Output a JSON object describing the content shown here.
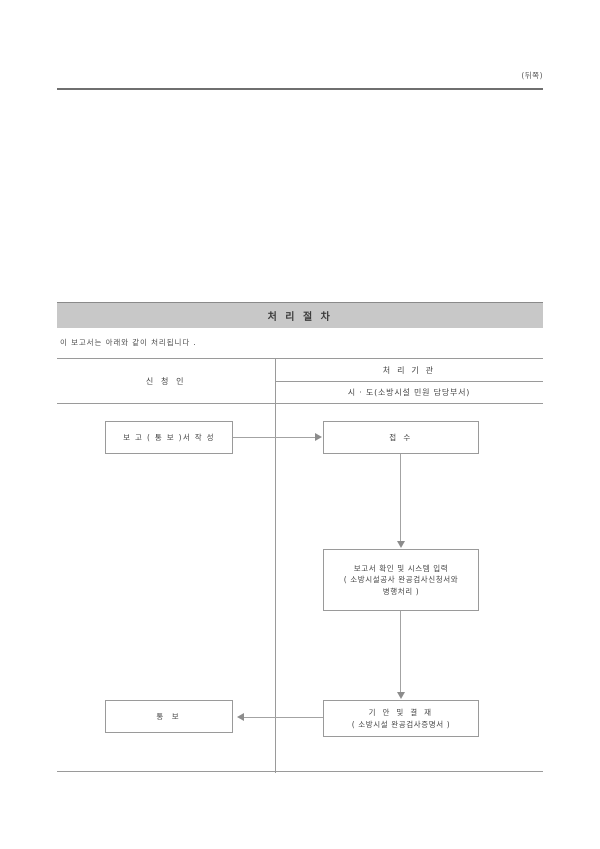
{
  "document": {
    "page_marker": "(뒤쪽)",
    "section_title": "처 리 절 차",
    "intro": "이 보고서는 아래와 같이 처리됩니다 ."
  },
  "table": {
    "header_applicant": "신 청 인",
    "header_agency": "처 리 기 관",
    "header_agency_sub": "시 · 도(소방시설 민원 담당부서)"
  },
  "flow": {
    "report_write": "보 고 ( 통 보 )서  작 성",
    "receive": "접 수",
    "verify_input": {
      "line1": "보고서 확인 및 시스템 입력",
      "line2": "( 소방시설공사 완공검사신청서와",
      "line3": "병행처리 )"
    },
    "draft_approve": {
      "line1": "기 안  및  결 재",
      "line2": "( 소방시설 완공검사증명서 )"
    },
    "notify": "통 보"
  },
  "colors": {
    "band_background": "#c8c8c8",
    "rule": "#6f6f6f",
    "border": "#9a9a9a",
    "connector": "#a3a3a3",
    "text": "#454545"
  }
}
